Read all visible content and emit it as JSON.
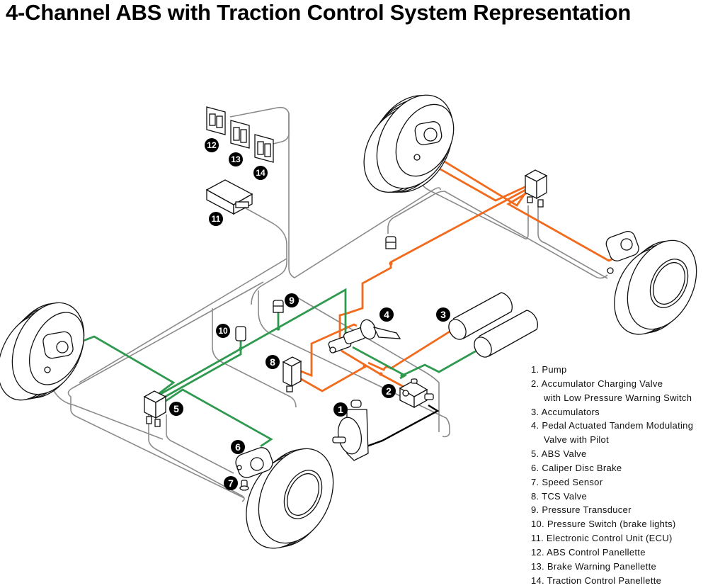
{
  "title": "4-Channel ABS with Traction Control System Representation",
  "colors": {
    "hydraulic_primary": "#f26b1d",
    "hydraulic_secondary": "#2f9a4f",
    "pump_line": "#000000",
    "electrical_wiring": "#8a8a8a",
    "component_outline": "#111111",
    "badge_fill": "#000000",
    "badge_text": "#ffffff"
  },
  "callouts": [
    {
      "number": "1",
      "component": "pump"
    },
    {
      "number": "2",
      "component": "accumulator-charging-valve"
    },
    {
      "number": "3",
      "component": "accumulators"
    },
    {
      "number": "4",
      "component": "pedal-actuated-tandem-modulating-valve"
    },
    {
      "number": "5",
      "component": "abs-valve"
    },
    {
      "number": "6",
      "component": "caliper-disc-brake"
    },
    {
      "number": "7",
      "component": "speed-sensor"
    },
    {
      "number": "8",
      "component": "tcs-valve"
    },
    {
      "number": "9",
      "component": "pressure-transducer"
    },
    {
      "number": "10",
      "component": "pressure-switch"
    },
    {
      "number": "11",
      "component": "ecu"
    },
    {
      "number": "12",
      "component": "abs-control-panellette"
    },
    {
      "number": "13",
      "component": "brake-warning-panellette"
    },
    {
      "number": "14",
      "component": "traction-control-panellette"
    }
  ],
  "legend": {
    "items": [
      {
        "label": "1. Pump"
      },
      {
        "label": "2. Accumulator Charging Valve",
        "continuation": "with Low Pressure Warning Switch"
      },
      {
        "label": "3. Accumulators"
      },
      {
        "label": "4. Pedal Actuated Tandem Modulating",
        "continuation": "Valve with Pilot"
      },
      {
        "label": "5. ABS Valve"
      },
      {
        "label": "6. Caliper Disc Brake"
      },
      {
        "label": "7. Speed Sensor"
      },
      {
        "label": "8. TCS Valve"
      },
      {
        "label": "9. Pressure Transducer"
      },
      {
        "label": "10. Pressure Switch (brake lights)"
      },
      {
        "label": "11. Electronic Control Unit (ECU)"
      },
      {
        "label": "12. ABS Control Panellette"
      },
      {
        "label": "13. Brake Warning Panellette"
      },
      {
        "label": "14. Traction Control Panellette"
      }
    ]
  }
}
